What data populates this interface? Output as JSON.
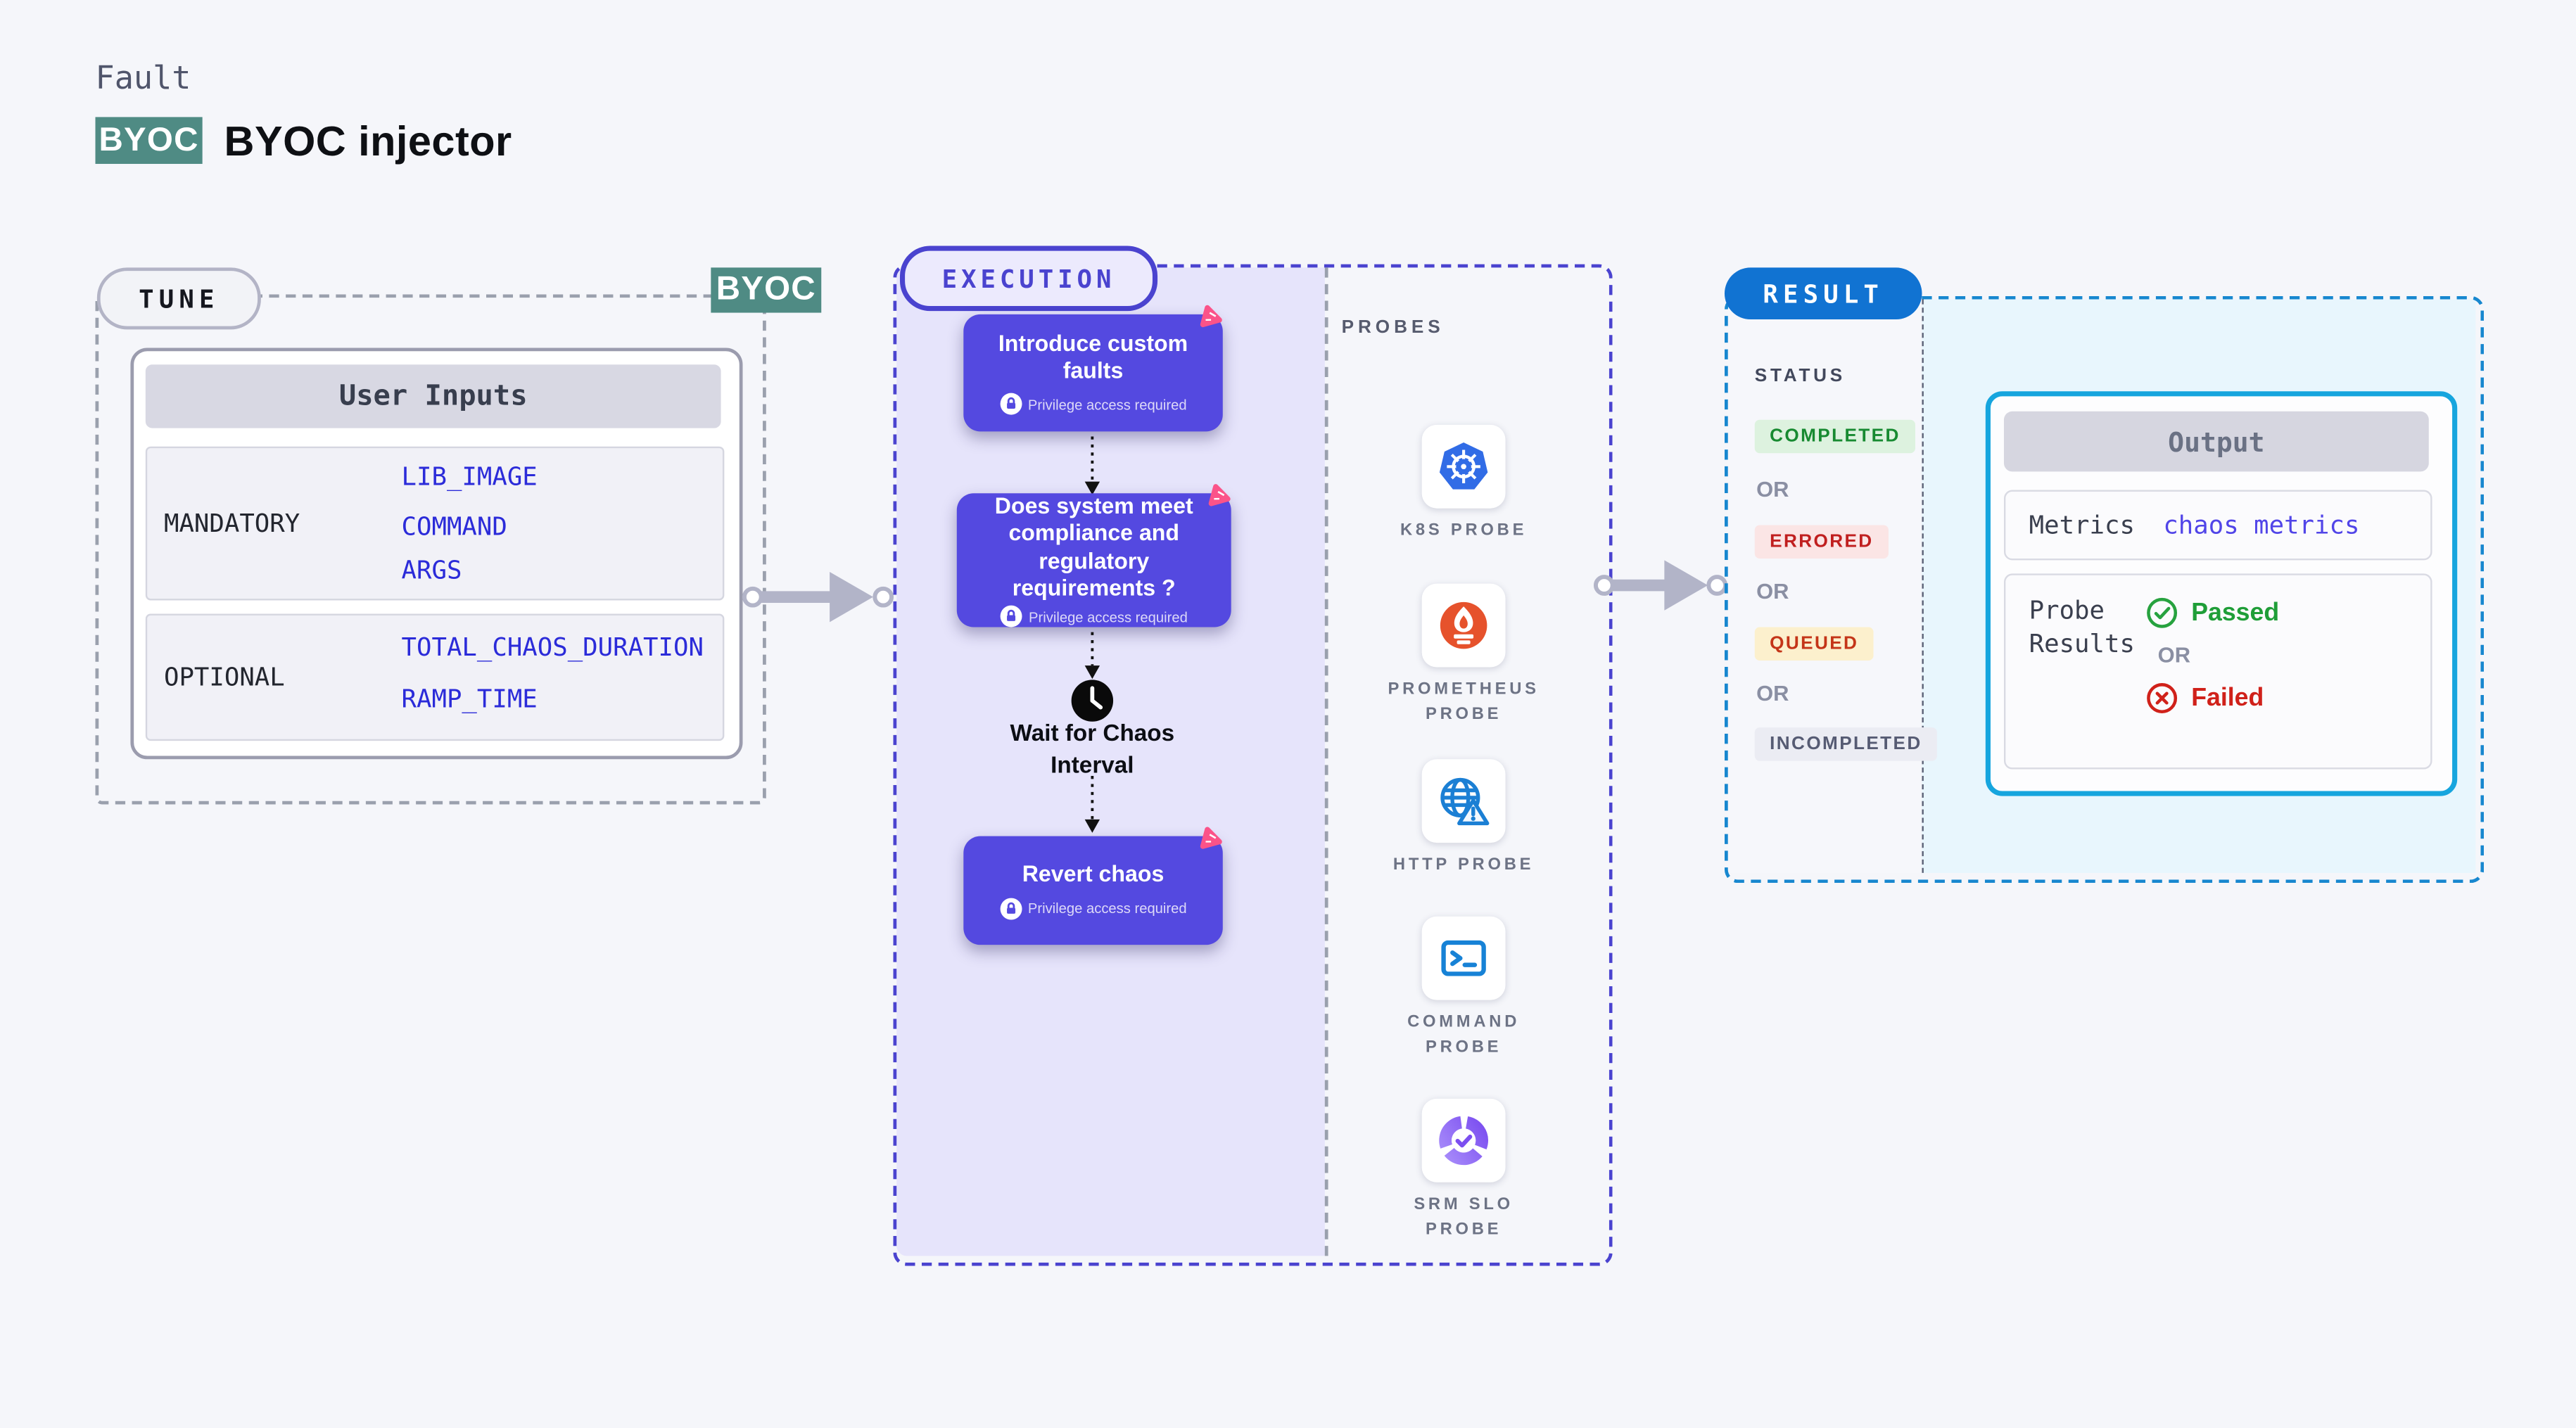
{
  "header": {
    "fault_label": "Fault",
    "byoc_badge": "BYOC",
    "title": "BYOC injector"
  },
  "tune": {
    "pill": "TUNE",
    "byoc_badge": "BYOC",
    "table": {
      "header": "User Inputs",
      "rows": [
        {
          "label": "MANDATORY",
          "values": [
            "LIB_IMAGE",
            "COMMAND",
            "ARGS"
          ]
        },
        {
          "label": "OPTIONAL",
          "values": [
            "TOTAL_CHAOS_DURATION",
            "RAMP_TIME"
          ]
        }
      ]
    }
  },
  "execution": {
    "pill": "EXECUTION",
    "cards": [
      {
        "title": "Introduce custom faults",
        "note": "Privilege access required"
      },
      {
        "title": "Does system meet compliance and regulatory requirements ?",
        "note": "Privilege access required"
      },
      {
        "title": "Revert chaos",
        "note": "Privilege access required"
      }
    ],
    "wait_label": "Wait for Chaos Interval"
  },
  "probes": {
    "label": "PROBES",
    "items": [
      {
        "label": "K8S PROBE",
        "icon": "kubernetes-icon"
      },
      {
        "label": "PROMETHEUS PROBE",
        "icon": "prometheus-icon"
      },
      {
        "label": "HTTP PROBE",
        "icon": "http-globe-icon"
      },
      {
        "label": "COMMAND PROBE",
        "icon": "terminal-icon"
      },
      {
        "label": "SRM SLO PROBE",
        "icon": "srm-slo-icon"
      }
    ]
  },
  "result": {
    "pill": "RESULT",
    "status_label": "STATUS",
    "or_label": "OR",
    "statuses": [
      {
        "label": "COMPLETED"
      },
      {
        "label": "ERRORED"
      },
      {
        "label": "QUEUED"
      },
      {
        "label": "INCOMPLETED"
      }
    ],
    "output": {
      "header": "Output",
      "metrics_label": "Metrics",
      "metrics_value": "chaos metrics",
      "probe_results_label": "Probe Results",
      "passed": "Passed",
      "or": "OR",
      "failed": "Failed"
    }
  },
  "colors": {
    "page_bg": "#f5f6fa",
    "teal_badge": "#4f8b84",
    "step_card_purple": "#5449e0",
    "execution_fill": "#e6e4fb",
    "execution_dash": "#4a43cf",
    "tune_dash": "#9aa0ad",
    "result_dash": "#1787cf",
    "result_cyan_bg": "#e8f6fd",
    "result_pill_blue": "#1173d2",
    "output_border": "#16a5de",
    "value_blue": "#2b2bd9",
    "metrics_value_blue": "#5145e8",
    "passed_green": "#1f9e38",
    "failed_red": "#d0211a",
    "completed_bg": "#ddf2df",
    "errored_bg": "#fbe5e5",
    "queued_bg": "#fcf0cd",
    "incompleted_bg": "#ebecf3",
    "chaos_logo_pink": "#fb5389",
    "kubernetes_blue": "#316ce6",
    "prometheus_orange": "#e6522c",
    "arrow_gray": "#b2b4c8"
  }
}
